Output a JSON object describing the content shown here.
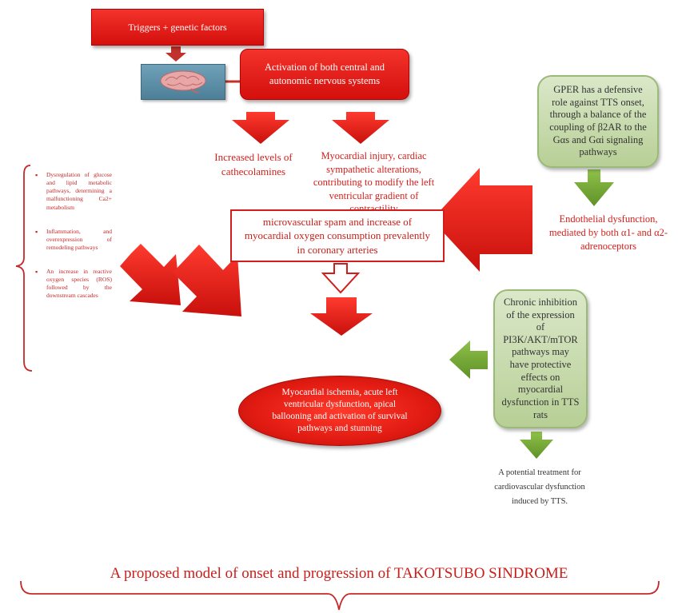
{
  "nodes": {
    "triggers": "Triggers + genetic factors",
    "activation": "Activation of both central and autonomic nervous systems",
    "catecholamines": "Increased levels of cathecolamines",
    "myocardial_injury": "Myocardial injury, cardiac sympathetic alterations, contributing to modify the left ventricular gradient of contractility",
    "microvascular": "microvascular spam and increase of myocardial oxygen consumption prevalently in coronary arteries",
    "ischemia": "Myocardial ischemia, acute left ventricular dysfunction, apical ballooning and activation of survival pathways and stunning",
    "gper": "GPER has a defensive role against TTS onset, through a balance of the coupling of β2AR to the Gαs and Gαi signaling pathways",
    "endothelial": "Endothelial dysfunction, mediated by both α1- and α2-adrenoceptors",
    "chronic": "Chronic inhibition of the expression of PI3K/AKT/mTOR pathways may have protective effects on myocardial dysfunction in TTS rats",
    "treatment": "A potential treatment for cardiovascular dysfunction induced by TTS."
  },
  "bullets": [
    "Dysregulation of glucose and lipid metabolic pathways, determining a malfunctioning Ca2+ metabolism",
    "Inflammation, and overexpression of remodeling pathways",
    "An increase in reactive oxygen species (ROS) followed by the downstream cascades"
  ],
  "caption": "A proposed model of onset and progression of TAKOTSUBO SINDROME",
  "colors": {
    "red": "#e31b14",
    "green": "#7cad37",
    "green_box": "#c3d8a7"
  },
  "icons": [
    "brain-icon"
  ]
}
